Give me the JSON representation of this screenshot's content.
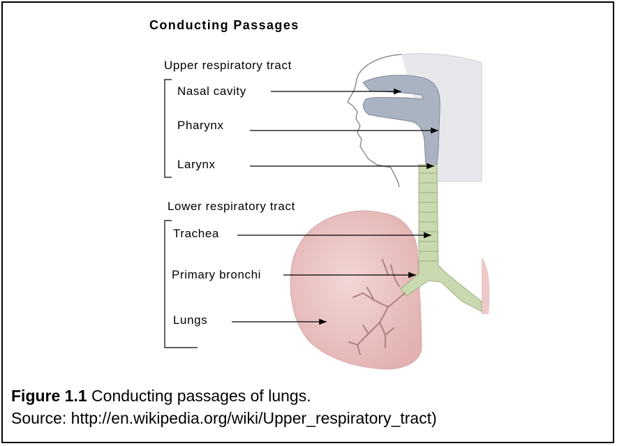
{
  "diagram": {
    "title": "Conducting Passages",
    "groups": [
      {
        "label": "Upper respiratory tract",
        "items": [
          "Nasal cavity",
          "Pharynx",
          "Larynx"
        ]
      },
      {
        "label": "Lower respiratory tract",
        "items": [
          "Trachea",
          "Primary bronchi",
          "Lungs"
        ]
      }
    ]
  },
  "caption": {
    "figure_label": "Figure 1.1",
    "figure_text": " Conducting passages of lungs.",
    "source": "Source: http://en.wikipedia.org/wiki/Upper_respiratory_tract)"
  },
  "colors": {
    "upper_tract": "#a9b3c2",
    "lung": "#ecc9c8",
    "trachea": "#c9d9b0",
    "line": "#000000"
  }
}
